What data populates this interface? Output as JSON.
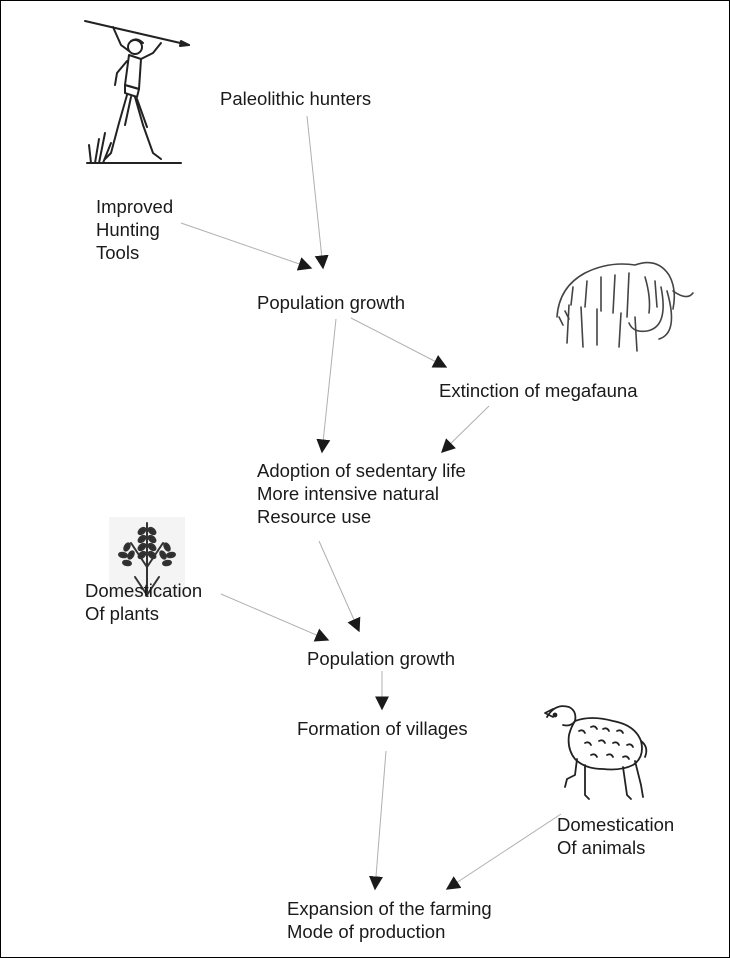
{
  "diagram": {
    "nodes": {
      "paleolithic": [
        "Paleolithic hunters"
      ],
      "tools": [
        "Improved",
        "Hunting",
        "Tools"
      ],
      "popgrowth1": [
        "Population growth"
      ],
      "extinction": [
        "Extinction of megafauna"
      ],
      "sedentary": [
        "Adoption of sedentary life",
        "More intensive natural",
        "Resource use"
      ],
      "dom_plants": [
        "Domestication",
        "Of plants"
      ],
      "popgrowth2": [
        "Population growth"
      ],
      "villages": [
        "Formation of villages"
      ],
      "dom_animals": [
        "Domestication",
        "Of animals"
      ],
      "expansion": [
        "Expansion of the farming",
        "Mode of production"
      ]
    },
    "edges": [
      {
        "from": "paleolithic",
        "to": "popgrowth1"
      },
      {
        "from": "tools",
        "to": "popgrowth1"
      },
      {
        "from": "popgrowth1",
        "to": "extinction"
      },
      {
        "from": "popgrowth1",
        "to": "sedentary"
      },
      {
        "from": "extinction",
        "to": "sedentary"
      },
      {
        "from": "sedentary",
        "to": "popgrowth2"
      },
      {
        "from": "dom_plants",
        "to": "popgrowth2"
      },
      {
        "from": "popgrowth2",
        "to": "villages"
      },
      {
        "from": "villages",
        "to": "expansion"
      },
      {
        "from": "dom_animals",
        "to": "expansion"
      }
    ],
    "illustrations": [
      "hunter-illustration",
      "mammoth-illustration",
      "wheat-illustration",
      "sheep-illustration"
    ],
    "colors": {
      "text": "#1a1a1a",
      "edge": "#b0b0b0",
      "arrowhead": "#1a1a1a"
    }
  }
}
